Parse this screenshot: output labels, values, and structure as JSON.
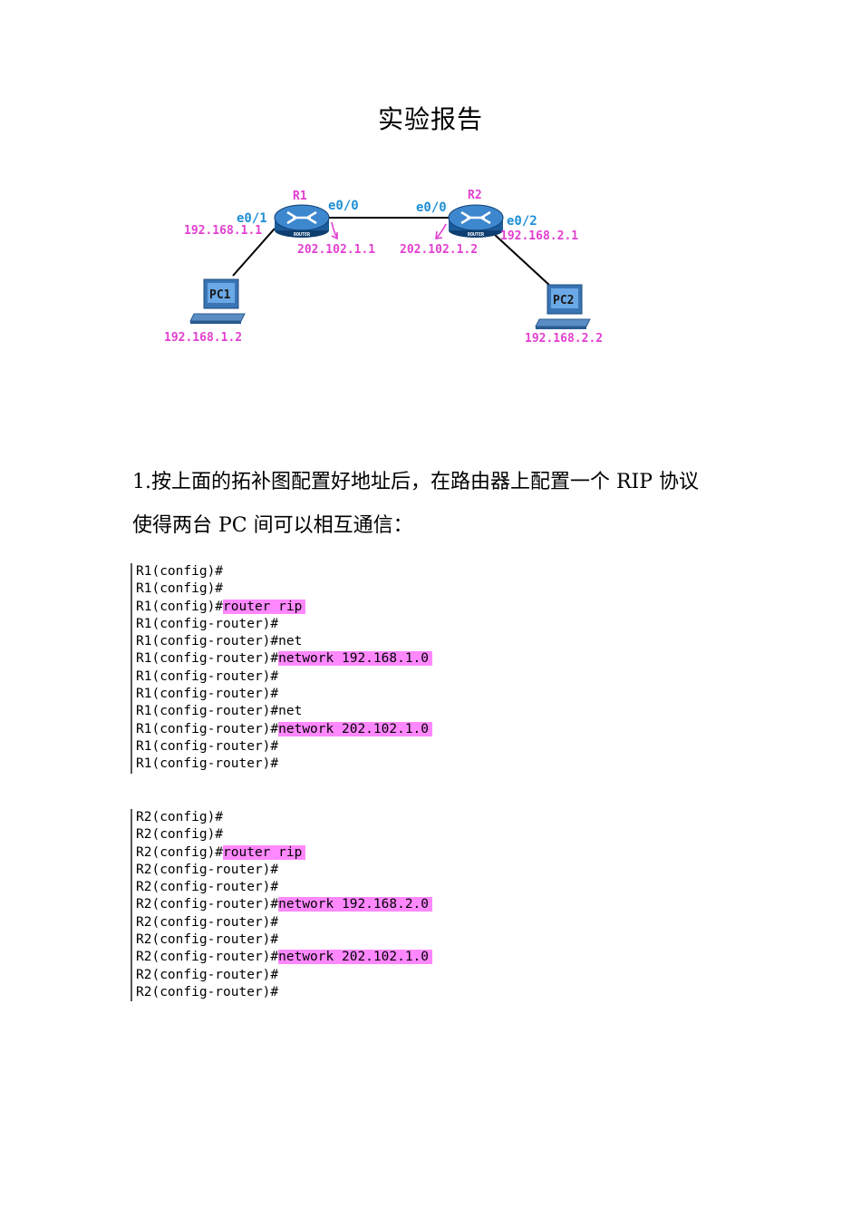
{
  "doc": {
    "title": "实验报告",
    "topology": {
      "r1_label": "R1",
      "r2_label": "R2",
      "r1_e01": "e0/1",
      "r1_e00": "e0/0",
      "r2_e00": "e0/0",
      "r2_e02": "e0/2",
      "r1_lan_ip": "192.168.1.1",
      "r1_wan_ip": "202.102.1.1",
      "r2_wan_ip": "202.102.1.2",
      "r2_lan_ip": "192.168.2.1",
      "pc1_label": "PC1",
      "pc2_label": "PC2",
      "pc1_ip": "192.168.1.2",
      "pc2_ip": "192.168.2.2",
      "router_caption": "ROUTER"
    },
    "task": {
      "line1": "1.按上面的拓补图配置好地址后，在路由器上配置一个 RIP 协议",
      "line2": "使得两台 PC 间可以相互通信："
    },
    "console_r1": [
      {
        "prompt": "R1(config)#",
        "cmd": ""
      },
      {
        "prompt": "R1(config)#",
        "cmd": ""
      },
      {
        "prompt": "R1(config)#",
        "cmd": "router rip"
      },
      {
        "prompt": "R1(config-router)#",
        "cmd": ""
      },
      {
        "prompt": "R1(config-router)#net",
        "cmd": ""
      },
      {
        "prompt": "R1(config-router)#",
        "cmd": "network 192.168.1.0"
      },
      {
        "prompt": "R1(config-router)#",
        "cmd": ""
      },
      {
        "prompt": "R1(config-router)#",
        "cmd": ""
      },
      {
        "prompt": "R1(config-router)#net",
        "cmd": ""
      },
      {
        "prompt": "R1(config-router)#",
        "cmd": "network 202.102.1.0"
      },
      {
        "prompt": "R1(config-router)#",
        "cmd": ""
      },
      {
        "prompt": "R1(config-router)#",
        "cmd": ""
      }
    ],
    "console_r2": [
      {
        "prompt": "R2(config)#",
        "cmd": ""
      },
      {
        "prompt": "R2(config)#",
        "cmd": ""
      },
      {
        "prompt": "R2(config)#",
        "cmd": "router rip"
      },
      {
        "prompt": "R2(config-router)#",
        "cmd": ""
      },
      {
        "prompt": "R2(config-router)#",
        "cmd": ""
      },
      {
        "prompt": "R2(config-router)#",
        "cmd": "network 192.168.2.0"
      },
      {
        "prompt": "R2(config-router)#",
        "cmd": ""
      },
      {
        "prompt": "R2(config-router)#",
        "cmd": ""
      },
      {
        "prompt": "R2(config-router)#",
        "cmd": "network 202.102.1.0"
      },
      {
        "prompt": "R2(config-router)#",
        "cmd": ""
      },
      {
        "prompt": "R2(config-router)#",
        "cmd": ""
      }
    ]
  }
}
